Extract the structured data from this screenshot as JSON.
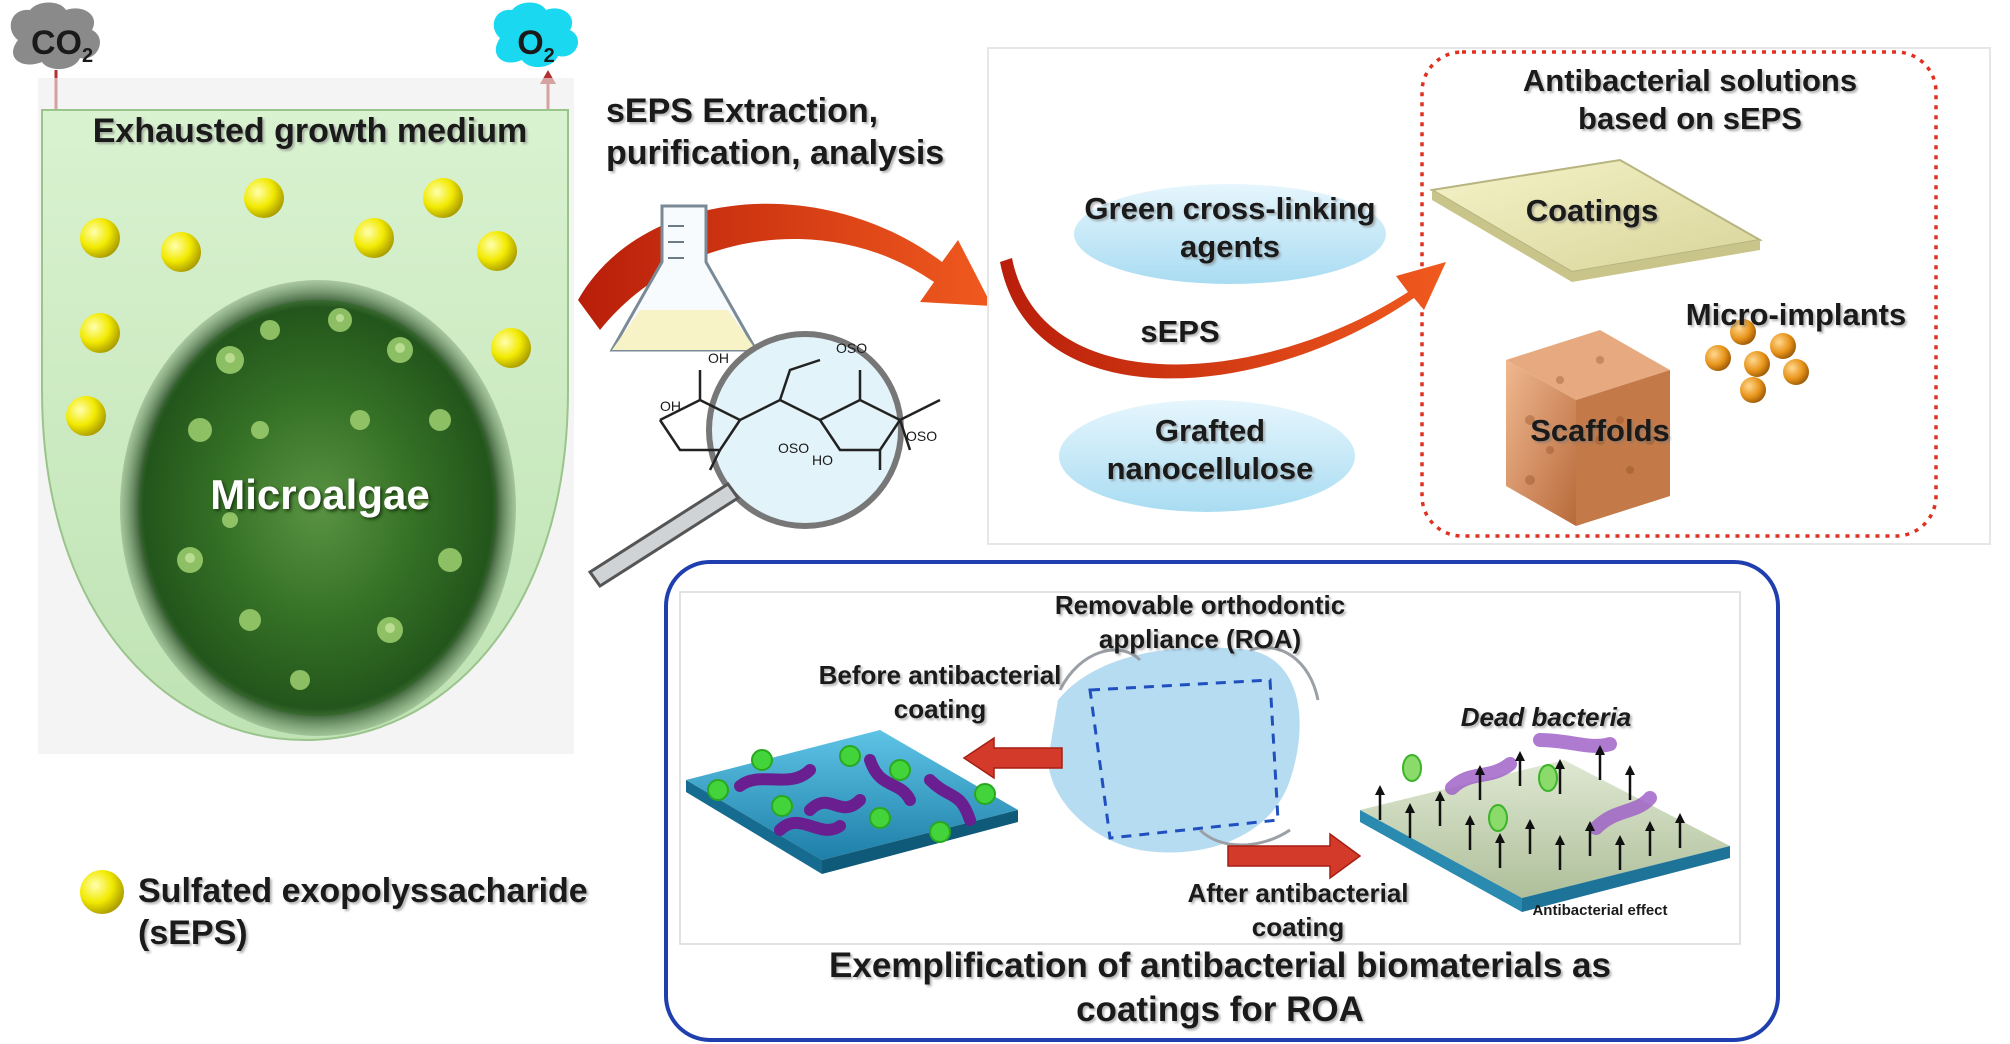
{
  "gases": {
    "co2": "CO",
    "co2_sub": "2",
    "o2": "O",
    "o2_sub": "2"
  },
  "flask": {
    "title": "Exhausted growth medium",
    "cells_label": "Microalgae"
  },
  "extraction": {
    "line1": "sEPS Extraction,",
    "line2": "purification, analysis"
  },
  "chemistry": {
    "l1": "OH",
    "l2": "OH",
    "l3": "OSO",
    "l4": "OSO",
    "l5": "HO",
    "l6": "OSO"
  },
  "processing": {
    "green_line1": "Green cross-linking",
    "green_line2": "agents",
    "grafted_line1": "Grafted",
    "grafted_line2": "nanocellulose",
    "seps_label": "sEPS"
  },
  "solutions": {
    "title_line1": "Antibacterial solutions",
    "title_line2": "based on sEPS",
    "coatings": "Coatings",
    "micro_implants": "Micro-implants",
    "scaffolds": "Scaffolds"
  },
  "roa_panel": {
    "roa_line1": "Removable orthodontic",
    "roa_line2": "appliance (ROA)",
    "before_line1": "Before antibacterial",
    "before_line2": "coating",
    "after_line1": "After antibacterial",
    "after_line2": "coating",
    "dead_bacteria": "Dead bacteria",
    "effect": "Antibacterial effect",
    "caption_line1": "Exemplification of antibacterial biomaterials as",
    "caption_line2": "coatings for ROA"
  },
  "legend": {
    "line1": "Sulfated exopolyssacharide",
    "line2": "(sEPS)"
  },
  "colors": {
    "flask_green": "#cdebc4",
    "arrow_red": "#e2431a",
    "dotted_red": "#e03020",
    "panel_blue": "#1f3fae",
    "ellipse_blue": "#bfe6f7",
    "sphere_yellow": "#f0e800",
    "sphere_orange": "#e89a1a"
  }
}
